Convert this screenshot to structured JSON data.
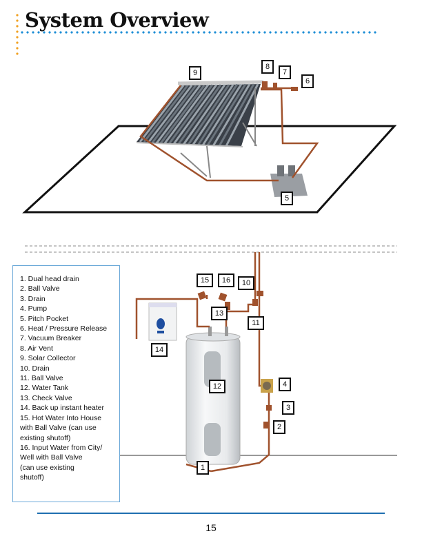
{
  "page": {
    "title": "System Overview",
    "page_number": "15"
  },
  "labels": {
    "l1": "1",
    "l2": "2",
    "l3": "3",
    "l4": "4",
    "l5": "5",
    "l6": "6",
    "l7": "7",
    "l8": "8",
    "l9": "9",
    "l10": "10",
    "l11": "11",
    "l12": "12",
    "l13": "13",
    "l14": "14",
    "l15": "15",
    "l16": "16"
  },
  "legend": [
    "1. Dual head drain",
    "2. Ball Valve",
    "3. Drain",
    "4. Pump",
    "5. Pitch Pocket",
    "6. Heat / Pressure Release",
    "7. Vacuum Breaker",
    "8. Air Vent",
    "9. Solar Collector",
    "10. Drain",
    "11. Ball Valve",
    "12. Water Tank",
    "13. Check Valve",
    "14. Back up instant heater",
    "15. Hot Water Into House",
    "with Ball Valve (can use",
    "existing shutoff)",
    "16. Input Water from City/",
    "Well with Ball Valve",
    "(can use existing",
    "shutoff)"
  ],
  "colors": {
    "pipe": "#a0522d",
    "accent_blue": "#1e8fd6",
    "accent_orange": "#f0a020"
  }
}
